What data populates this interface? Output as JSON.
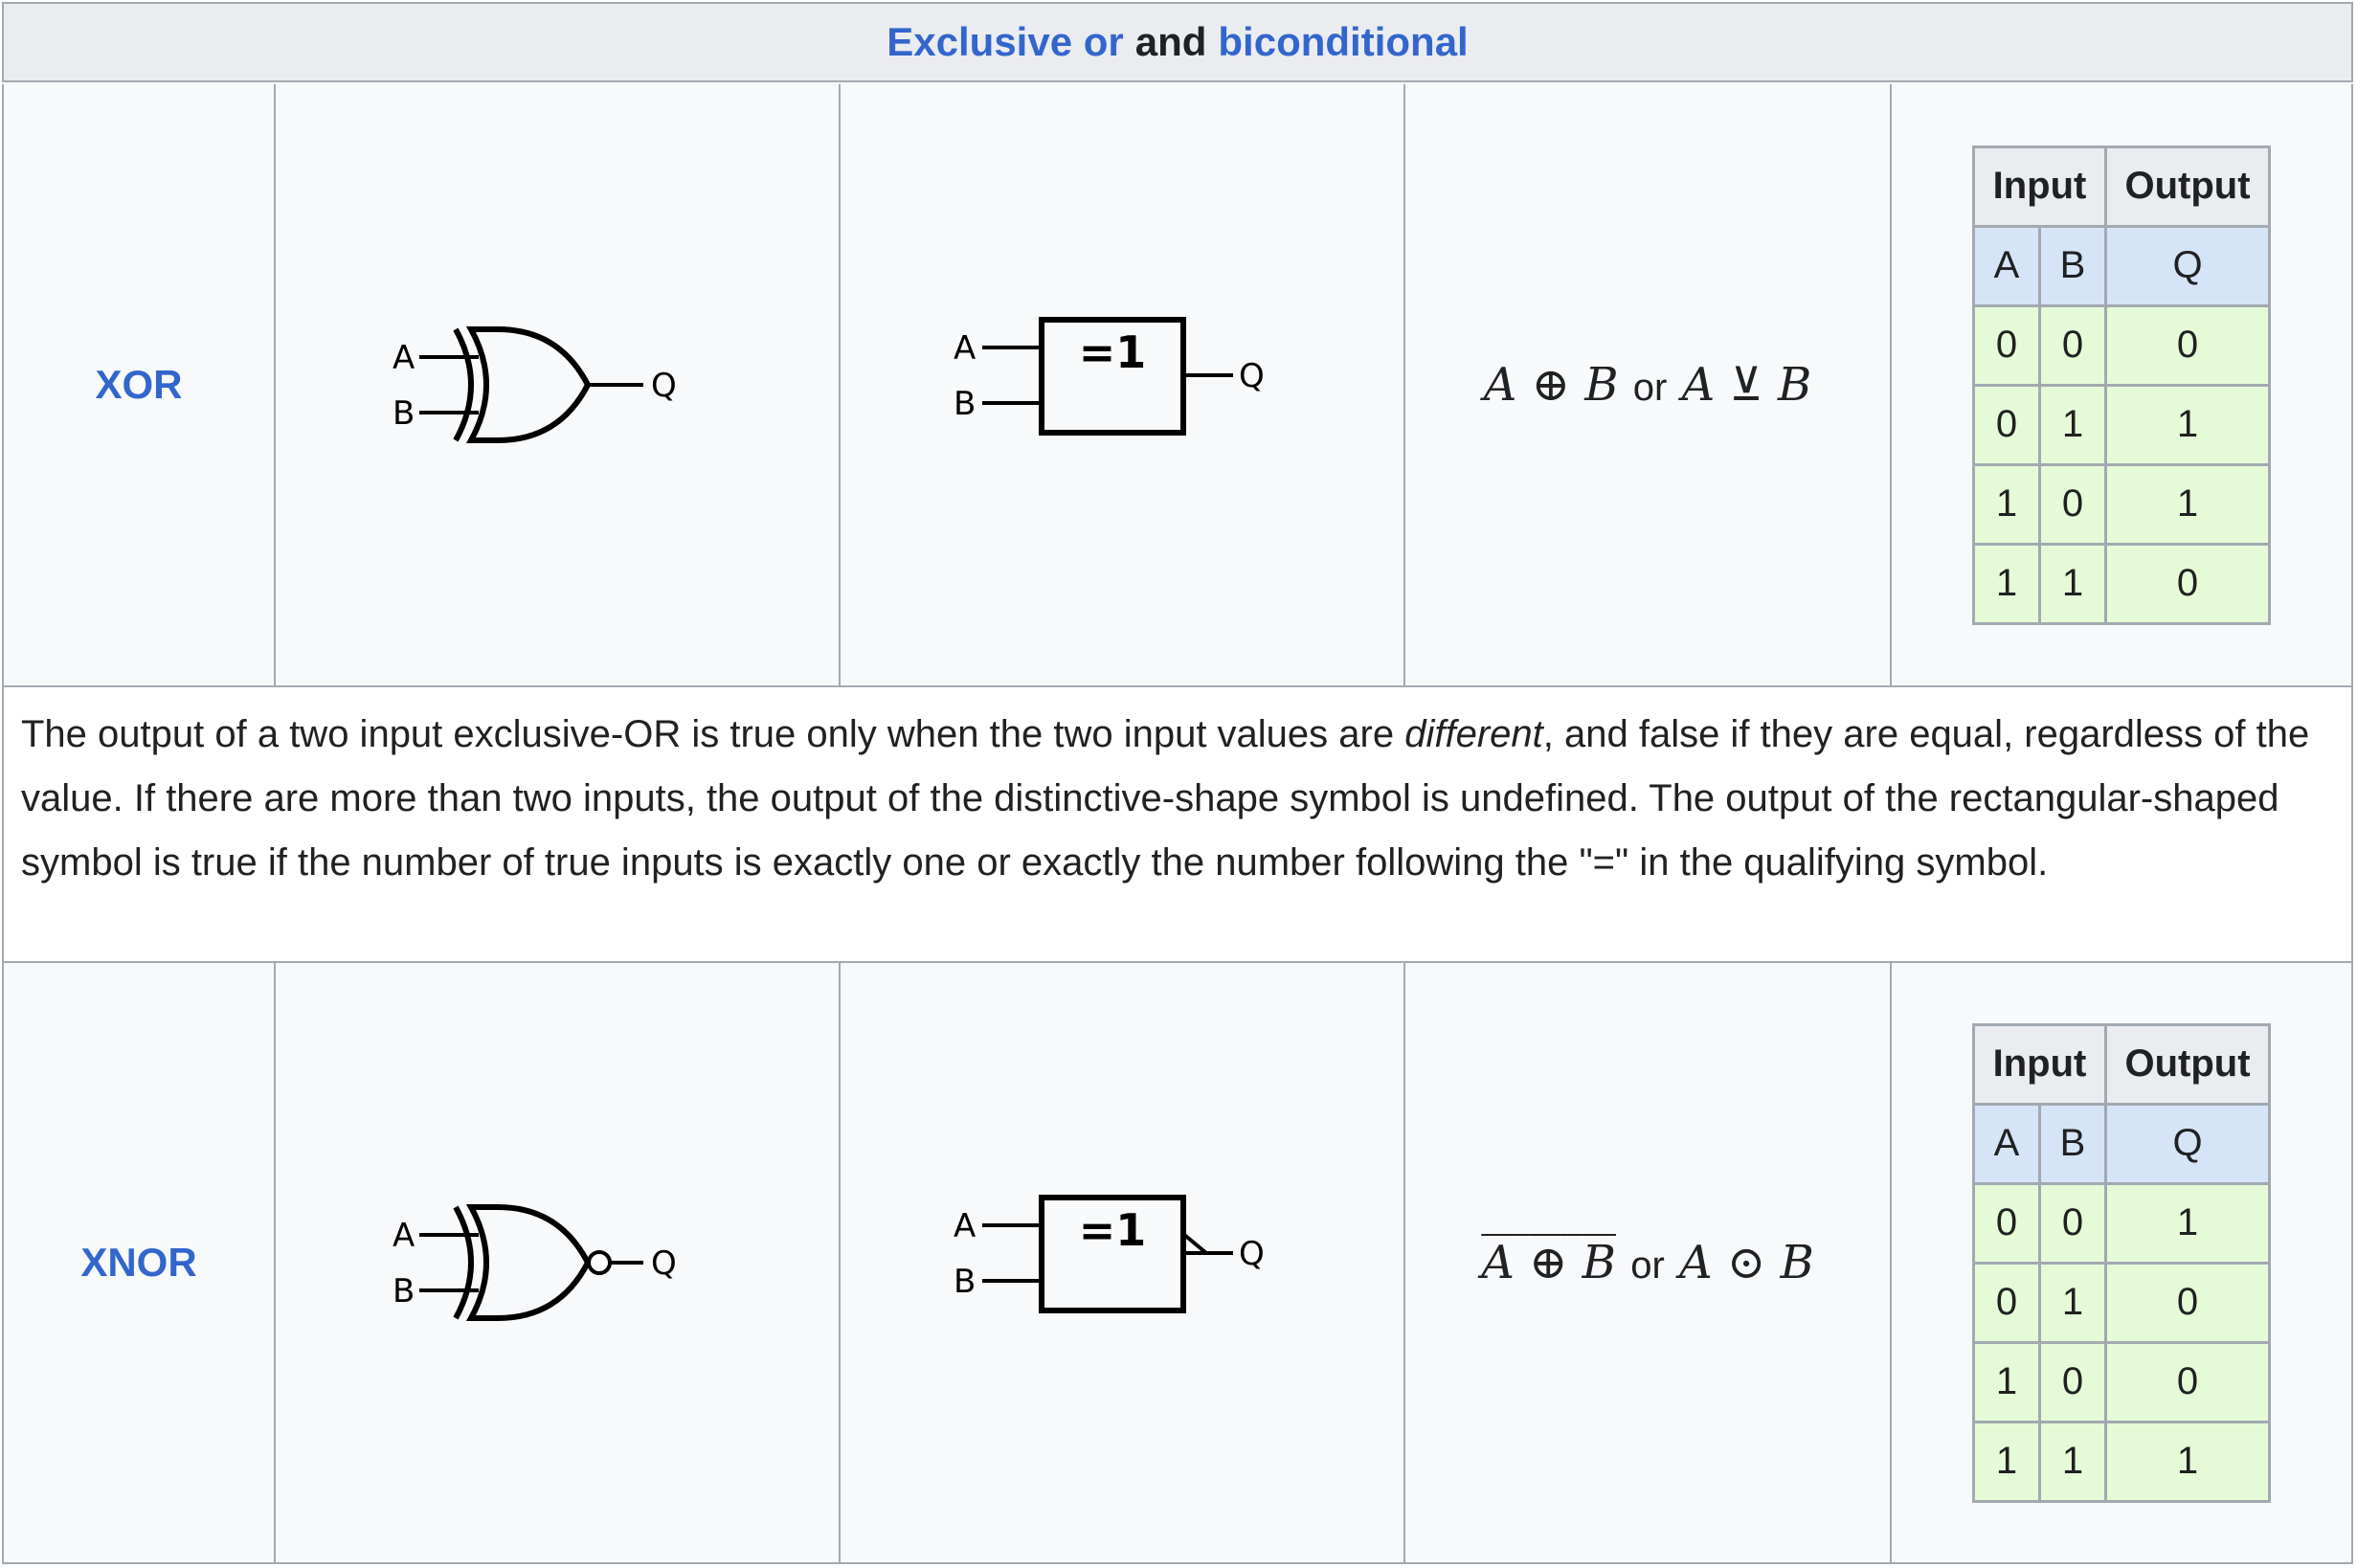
{
  "header": {
    "link1": "Exclusive or",
    "middle": "and",
    "link2": "biconditional"
  },
  "xor": {
    "name": "XOR",
    "formula": {
      "a": "A",
      "op1": "⊕",
      "b": "B",
      "or": "or",
      "a2": "A",
      "op2": "⊻",
      "b2": "B"
    },
    "rect_label": "=1",
    "pins": {
      "a": "A",
      "b": "B",
      "q": "Q"
    },
    "truth_table": {
      "input_header": "Input",
      "output_header": "Output",
      "sub_a": "A",
      "sub_b": "B",
      "sub_q": "Q",
      "rows": [
        [
          "0",
          "0",
          "0"
        ],
        [
          "0",
          "1",
          "1"
        ],
        [
          "1",
          "0",
          "1"
        ],
        [
          "1",
          "1",
          "0"
        ]
      ]
    }
  },
  "description": {
    "part1": "The output of a two input exclusive-OR is true only when the two input values are ",
    "emph": "different",
    "part2": ", and false if they are equal, regardless of the value. If there are more than two inputs, the output of the distinctive-shape symbol is undefined. The output of the rectangular-shaped symbol is true if the number of true inputs is exactly one or exactly the number following the \"=\" in the qualifying symbol."
  },
  "xnor": {
    "name": "XNOR",
    "formula": {
      "a": "A",
      "op1": "⊕",
      "b": "B",
      "or": "or",
      "a2": "A",
      "op2": "⊙",
      "b2": "B"
    },
    "rect_label": "=1",
    "pins": {
      "a": "A",
      "b": "B",
      "q": "Q"
    },
    "truth_table": {
      "input_header": "Input",
      "output_header": "Output",
      "sub_a": "A",
      "sub_b": "B",
      "sub_q": "Q",
      "rows": [
        [
          "0",
          "0",
          "1"
        ],
        [
          "0",
          "1",
          "0"
        ],
        [
          "1",
          "0",
          "0"
        ],
        [
          "1",
          "1",
          "1"
        ]
      ]
    }
  },
  "colors": {
    "link": "#3366cc",
    "header_bg": "#eaecf0",
    "subheader_bg": "#d6e4f7",
    "value_bg": "#e5fbd8",
    "border": "#a2a9b1"
  }
}
